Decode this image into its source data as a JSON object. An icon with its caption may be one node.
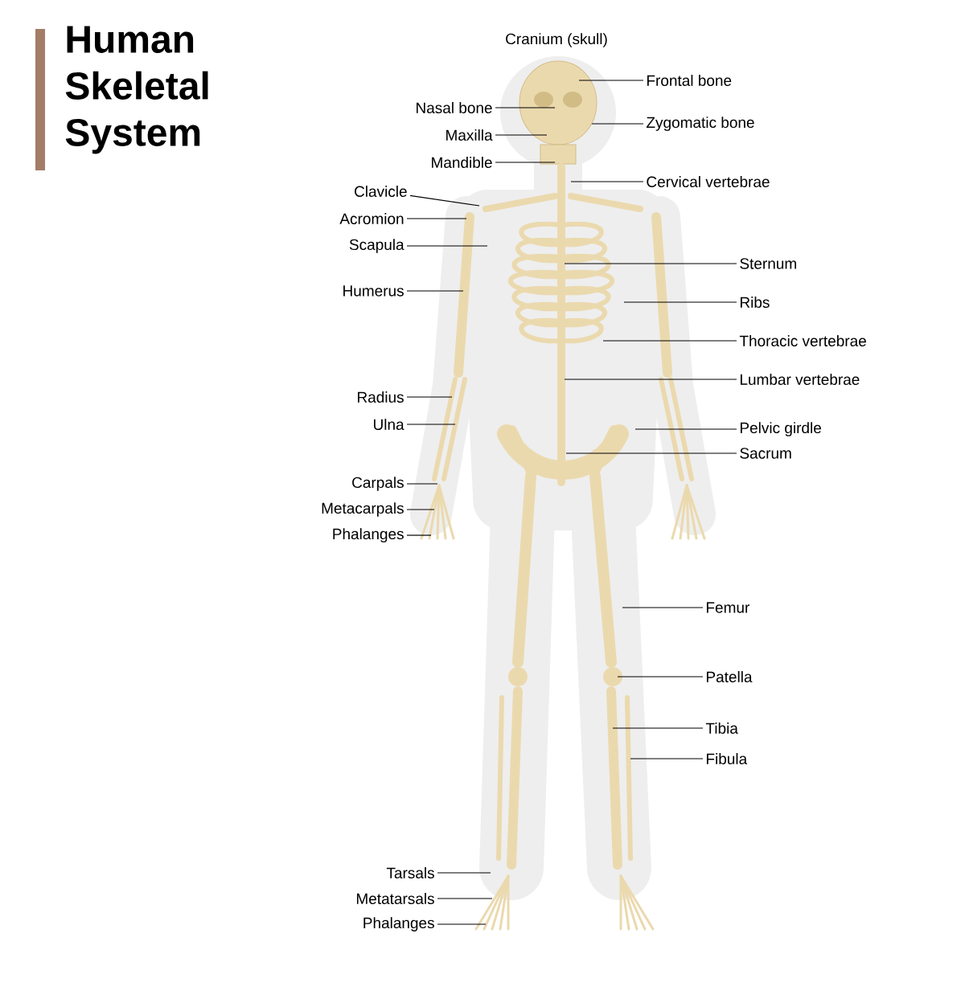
{
  "diagram": {
    "title": "Human Skeletal System",
    "nodes": [
      {
        "text": [
          "Nasal bone"
        ]
      },
      {
        "text": [
          "Maxilla"
        ]
      },
      {
        "text": [
          "Mandible"
        ]
      },
      {
        "text": [
          "Clavicle"
        ]
      },
      {
        "text": [
          "Acromion"
        ]
      },
      {
        "text": [
          "Scapula"
        ]
      },
      {
        "text": [
          "Humerus"
        ]
      },
      {
        "text": [
          "Radius"
        ]
      },
      {
        "text": [
          "Ulna"
        ]
      },
      {
        "text": [
          "Carpals"
        ]
      },
      {
        "text": [
          "Metacarpals"
        ]
      },
      {
        "text": [
          "Phalanges"
        ]
      },
      {
        "text": [
          "Tarsals"
        ]
      },
      {
        "text": [
          "Metatarsals"
        ]
      },
      {
        "text": [
          "Phalanges"
        ]
      },
      {
        "text": [
          "Frontal bone"
        ]
      },
      {
        "text": [
          "Zygomatic bone"
        ]
      },
      {
        "text": [
          "Cervical vertebrae"
        ]
      },
      {
        "text": [
          "Sternum"
        ]
      },
      {
        "text": [
          "Ribs"
        ]
      },
      {
        "text": [
          "Thoracic vertebrae"
        ]
      },
      {
        "text": [
          "Lumbar vertebrae"
        ]
      },
      {
        "text": [
          "Pelvic girdle"
        ]
      },
      {
        "text": [
          "Sacrum"
        ]
      },
      {
        "text": [
          "Femur"
        ]
      },
      {
        "text": [
          "Patella"
        ]
      },
      {
        "text": [
          "Tibia"
        ]
      },
      {
        "text": [
          "Fibula"
        ]
      }
    ],
    "edges": [
      {
        "from": 0,
        "to": null,
        "arrow": "none"
      },
      {
        "from": 1,
        "to": null,
        "arrow": "none"
      },
      {
        "from": 2,
        "to": null,
        "arrow": "none"
      },
      {
        "from": 3,
        "to": null,
        "arrow": "none"
      },
      {
        "from": 4,
        "to": null,
        "arrow": "none"
      },
      {
        "from": 5,
        "to": null,
        "arrow": "none"
      },
      {
        "from": 6,
        "to": null,
        "arrow": "none"
      },
      {
        "from": 7,
        "to": null,
        "arrow": "none"
      },
      {
        "from": 8,
        "to": null,
        "arrow": "none"
      },
      {
        "from": 9,
        "to": null,
        "arrow": "none"
      },
      {
        "from": 10,
        "to": null,
        "arrow": "none"
      },
      {
        "from": 11,
        "to": null,
        "arrow": "none"
      },
      {
        "from": 12,
        "to": null,
        "arrow": "none"
      },
      {
        "from": 13,
        "to": null,
        "arrow": "none"
      },
      {
        "from": 14,
        "to": null,
        "arrow": "none"
      },
      {
        "from": 15,
        "to": null,
        "arrow": "none"
      },
      {
        "from": 16,
        "to": null,
        "arrow": "none"
      },
      {
        "from": 17,
        "to": null,
        "arrow": "none"
      },
      {
        "from": 18,
        "to": null,
        "arrow": "none"
      },
      {
        "from": 19,
        "to": null,
        "arrow": "none"
      },
      {
        "from": 20,
        "to": null,
        "arrow": "none"
      },
      {
        "from": 21,
        "to": null,
        "arrow": "none"
      },
      {
        "from": 22,
        "to": null,
        "arrow": "none"
      },
      {
        "from": 23,
        "to": null,
        "arrow": "none"
      },
      {
        "from": 24,
        "to": null,
        "arrow": "none"
      },
      {
        "from": 25,
        "to": null,
        "arrow": "none"
      },
      {
        "from": 26,
        "to": null,
        "arrow": "none"
      },
      {
        "from": 27,
        "to": null,
        "arrow": "none"
      }
    ],
    "labels": [
      "Cranium (skull)"
    ]
  }
}
